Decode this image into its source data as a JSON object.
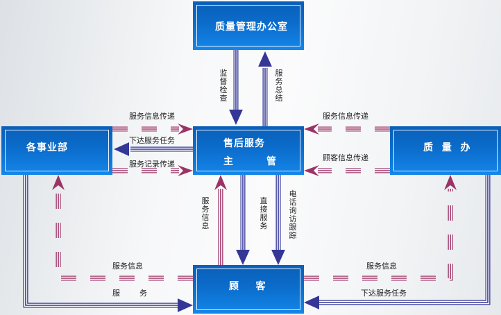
{
  "colors": {
    "box_blue": "#0b6ccb",
    "blue_line": "#343795",
    "purple_line": "#9b3466"
  },
  "nodes": {
    "quality_office": {
      "label": "质量管理办公室"
    },
    "divisions": {
      "label": "各事业部"
    },
    "after_sales": {
      "label_line1": "售后服务",
      "label_line2": "主        管"
    },
    "quality_dept": {
      "label": "质  量  办"
    },
    "customer": {
      "label": "顾    客"
    }
  },
  "edges": {
    "supervision": "监督检查",
    "service_summary": "服务总结",
    "div_info_transfer": "服务信息传递",
    "assign_task_to_div": "下达服务任务",
    "record_transfer": "服务记录传递",
    "qd_info_transfer": "服务信息传递",
    "customer_info_transfer": "顾客信息传递",
    "service_info_up": "服务信息",
    "direct_service": "直接服务",
    "phone_followup": "电话询访跟踪",
    "service_info_left": "服务信息",
    "service_left": "服        务",
    "service_info_right": "服务信息",
    "assign_task_right": "下达服务任务"
  }
}
